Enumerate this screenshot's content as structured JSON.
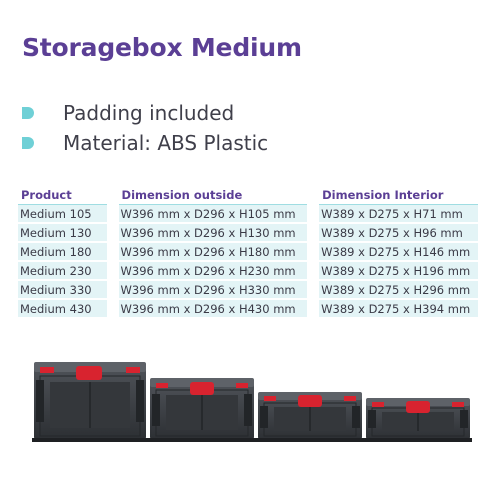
{
  "title": "Storagebox Medium",
  "features": [
    {
      "text": "Padding included"
    },
    {
      "text": "Material: ABS Plastic"
    }
  ],
  "table": {
    "headers": {
      "product": "Product",
      "outside": "Dimension outside",
      "interior": "Dimension Interior"
    },
    "rows": [
      {
        "product": "Medium 105",
        "outside": "W396 mm x D296 x H105 mm",
        "interior": "W389 x D275 x H71 mm"
      },
      {
        "product": "Medium 130",
        "outside": "W396 mm x D296 x H130 mm",
        "interior": "W389 x D275 x H96 mm"
      },
      {
        "product": "Medium 180",
        "outside": "W396 mm x D296 x H180 mm",
        "interior": "W389 x D275 x H146 mm"
      },
      {
        "product": "Medium 230",
        "outside": "W396 mm x D296 x H230 mm",
        "interior": "W389 x D275 x H196 mm"
      },
      {
        "product": "Medium 330",
        "outside": "W396 mm x D296 x H330 mm",
        "interior": "W389 x D275 x H296 mm"
      },
      {
        "product": "Medium 430",
        "outside": "W396 mm x D296 x H430 mm",
        "interior": "W389 x D275 x H394 mm"
      }
    ]
  },
  "colors": {
    "title": "#5b3f95",
    "accent": "#6fd0d6",
    "row_background": "#e3f4f6",
    "box_body": "#3a3d42",
    "box_latch": "#d8232f"
  }
}
